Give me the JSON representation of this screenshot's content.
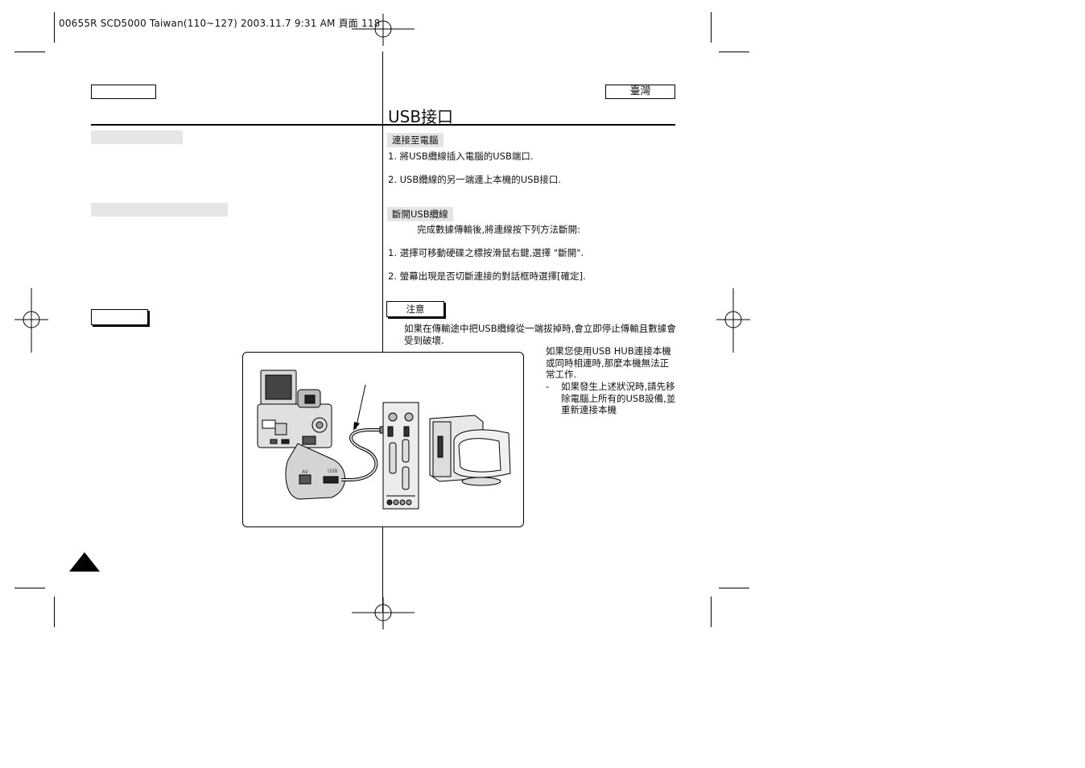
{
  "print_header": "00655R SCD5000 Taiwan(110~127)  2003.11.7  9:31 AM  頁面 118",
  "language_tag": "臺灣",
  "section_title": "USB接口",
  "connect": {
    "heading": "連接至電腦",
    "steps": [
      "1.   將USB纜線插入電腦的USB端口.",
      "2.   USB纜線的另一端連上本機的USB接口."
    ]
  },
  "disconnect": {
    "heading": "斷開USB纜線",
    "intro": "完成數據傳輸後,將連線按下列方法斷開:",
    "steps": [
      "1.   選擇可移動硬碟之標按滑鼠右鍵,選擇 \"斷開\".",
      "2.   螢幕出現是否切斷連接的對話框時選擇[確定]."
    ]
  },
  "note": {
    "label": "注意",
    "text_line1": "如果在傳輸途中把USB纜線從一端拔掉時,會立即停止傳輸且數據會",
    "text_line2": "受到破壞.",
    "side_lines": [
      "如果您使用USB HUB連接本機",
      "或同時相連時,那麼本機無法正",
      "常工作."
    ],
    "bullet_marker": "-",
    "bullet_lines": [
      "如果發生上述狀況時,請先移",
      "除電腦上所有的USB設備,並",
      "重新連接本機"
    ]
  },
  "illustration": {
    "panel_label_left": "AV",
    "panel_label_right": "USB"
  }
}
